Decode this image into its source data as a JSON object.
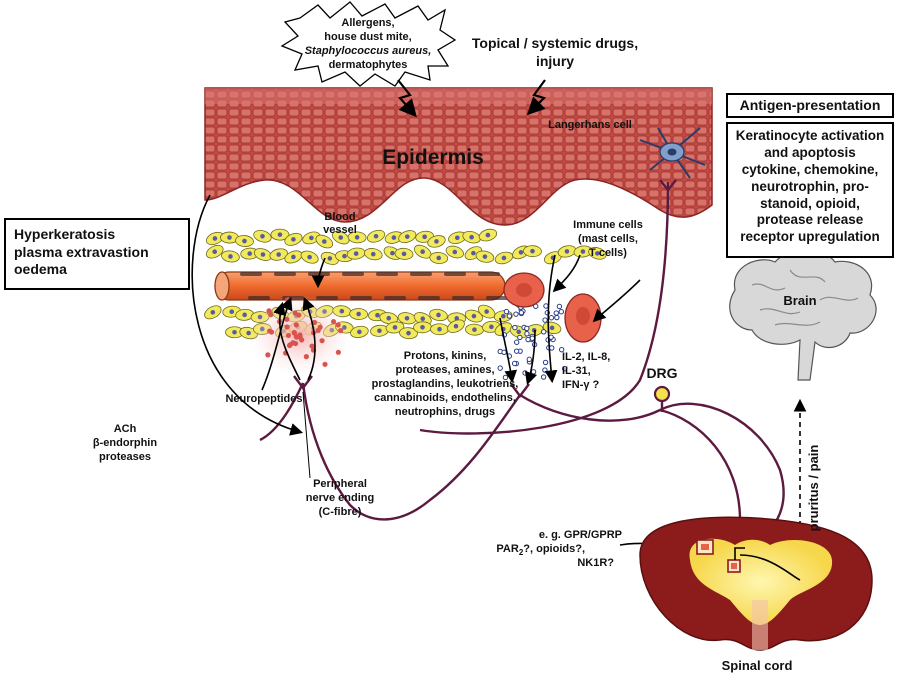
{
  "labels": {
    "allergens": [
      "Allergens,",
      "house dust mite,",
      "Staphylococcus aureus,",
      "dermatophytes"
    ],
    "topical": [
      "Topical / systemic drugs,",
      "injury"
    ],
    "epidermis": "Epidermis",
    "langerhans": "Langerhans cell",
    "blood_vessel": [
      "Blood",
      "vessel"
    ],
    "immune_cells": [
      "Immune cells",
      "(mast cells,",
      "T cells)"
    ],
    "neuropeptides": "Neuropeptides",
    "mediators": [
      "Protons, kinins,",
      "proteases, amines,",
      "prostaglandins, leukotriens,",
      "cannabinoids, endothelins,",
      "neutrophins, drugs"
    ],
    "interleukins": [
      "IL-2, IL-8,",
      "IL-31,",
      "IFN-γ ?"
    ],
    "ach": [
      "ACh",
      "β-endorphin",
      "proteases"
    ],
    "nerve_ending": [
      "Peripheral",
      "nerve ending",
      "(C-fibre)"
    ],
    "drg": "DRG",
    "brain": "Brain",
    "pruritus": "pruritus / pain",
    "receptors": [
      "e. g. GPR/GPRP",
      "PAR",
      "2",
      "?, opioids?,",
      "NK1R?"
    ],
    "spinal_cord": "Spinal cord"
  },
  "boxes": {
    "hyperkeratosis": [
      "Hyperkeratosis",
      "plasma extravastion",
      "oedema"
    ],
    "antigen": "Antigen-presentation",
    "keratinocyte": [
      "Keratinocyte activation",
      "and apoptosis",
      "cytokine, chemokine,",
      "neurotrophin, pro-",
      "stanoid, opioid,",
      "protease release",
      "receptor upregulation"
    ]
  },
  "colors": {
    "epidermis": "#b8403a",
    "epidermis_light": "#d9776f",
    "vessel": "#f07a3e",
    "nerve": "#6b1f4a",
    "cell_yellow": "#f2ea5c",
    "immune_cell": "#e8614a",
    "spinal_outer": "#8c1c1c",
    "spinal_inner": "#f6d64a"
  }
}
